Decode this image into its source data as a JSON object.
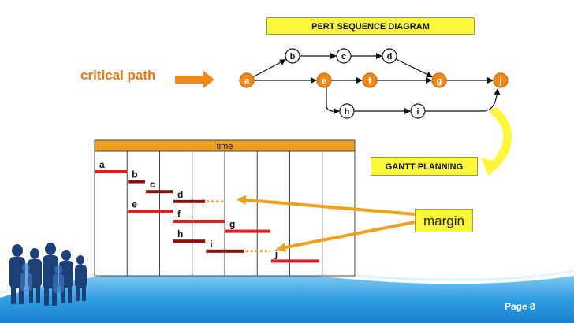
{
  "pert": {
    "title": "PERT SEQUENCE DIAGRAM",
    "nodes": [
      {
        "id": "a",
        "critical": true
      },
      {
        "id": "b",
        "critical": false
      },
      {
        "id": "c",
        "critical": false
      },
      {
        "id": "d",
        "critical": false
      },
      {
        "id": "e",
        "critical": true
      },
      {
        "id": "f",
        "critical": true
      },
      {
        "id": "g",
        "critical": true
      },
      {
        "id": "h",
        "critical": false
      },
      {
        "id": "i",
        "critical": false
      },
      {
        "id": "j",
        "critical": true
      }
    ]
  },
  "critical_path_label": "critical path",
  "gantt": {
    "title": "GANTT PLANNING",
    "header": "time",
    "column_count": 8,
    "tasks": [
      {
        "name": "a",
        "start": 0,
        "end": 1,
        "critical": true
      },
      {
        "name": "b",
        "start": 1,
        "end": 1.55,
        "critical": false
      },
      {
        "name": "c",
        "start": 1.55,
        "end": 2.4,
        "critical": false
      },
      {
        "name": "d",
        "start": 2.4,
        "end": 3.4,
        "critical": false,
        "slack_end": 4
      },
      {
        "name": "e",
        "start": 1,
        "end": 2.4,
        "critical": true
      },
      {
        "name": "f",
        "start": 2.4,
        "end": 4,
        "critical": true
      },
      {
        "name": "g",
        "start": 4,
        "end": 5.4,
        "critical": true
      },
      {
        "name": "h",
        "start": 2.4,
        "end": 3.4,
        "critical": false
      },
      {
        "name": "i",
        "start": 3.4,
        "end": 4.6,
        "critical": false,
        "slack_end": 5.4
      },
      {
        "name": "j",
        "start": 5.4,
        "end": 6.9,
        "critical": true
      }
    ]
  },
  "margin_label": "margin",
  "footer": {
    "page": "Page 8"
  },
  "colors": {
    "critical": "#f0891a",
    "normal": "#ffffff",
    "bar_critical": "#e02020",
    "bar_normal": "#8b1010",
    "accent": "#f0a020",
    "highlight": "#fcf73a"
  }
}
